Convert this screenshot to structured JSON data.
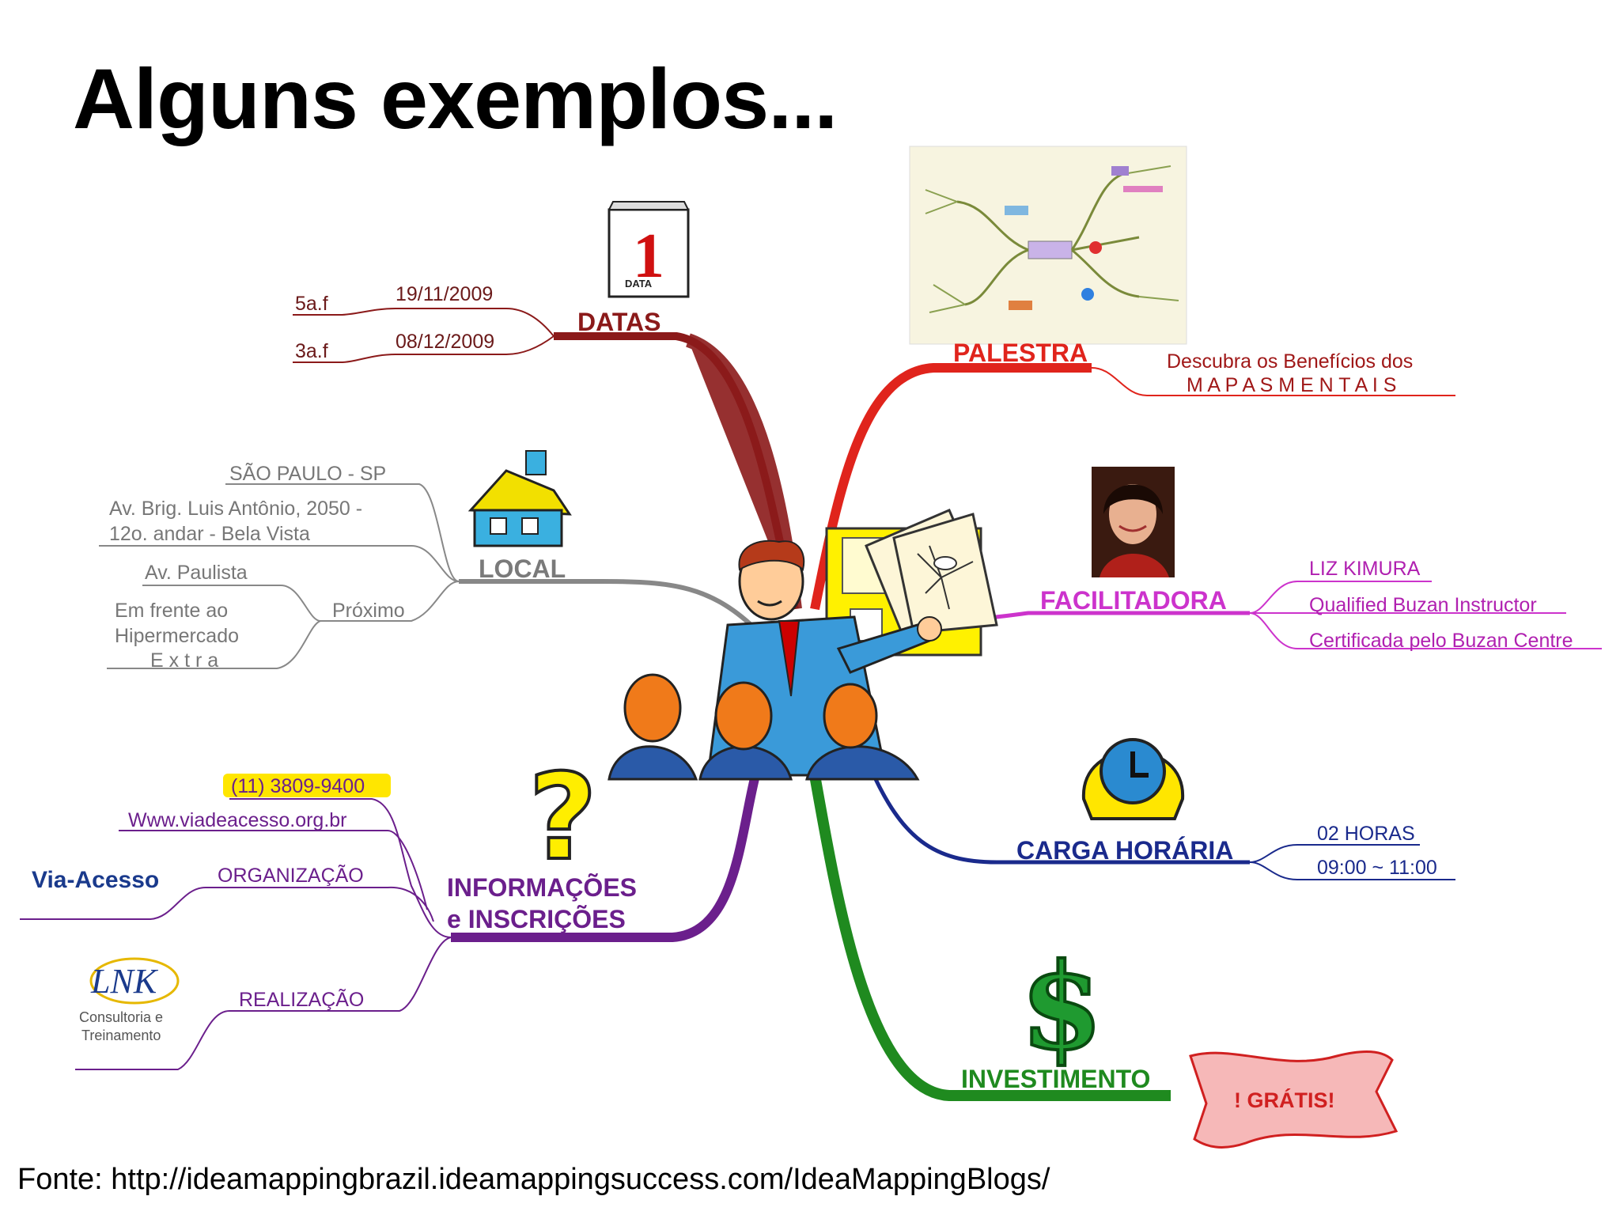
{
  "slide": {
    "title": "Alguns exemplos...",
    "source": "Fonte: http://ideamappingbrazil.ideamappingsuccess.com/IdeaMappingBlogs/"
  },
  "mindmap": {
    "datas": {
      "label": "DATAS",
      "calendar_text": "1",
      "calendar_caption": "DATA",
      "items": [
        {
          "day": "5a.f",
          "date": "19/11/2009"
        },
        {
          "day": "3a.f",
          "date": "08/12/2009"
        }
      ]
    },
    "local": {
      "label": "LOCAL",
      "city": "SÃO PAULO - SP",
      "address_line1": "Av. Brig. Luis Antônio, 2050 -",
      "address_line2": "12o. andar - Bela Vista",
      "nearby_label": "Próximo",
      "nearby_1": "Av. Paulista",
      "nearby_2_line1": "Em frente ao",
      "nearby_2_line2": "Hipermercado",
      "nearby_2_line3": "E x t r a"
    },
    "palestra": {
      "label": "PALESTRA",
      "line1": "Descubra os Benefícios dos",
      "line2": "M A P A S   M E N T A I S"
    },
    "facilitadora": {
      "label": "FACILITADORA",
      "items": [
        "LIZ  KIMURA",
        "Qualified Buzan Instructor",
        "Certificada pelo Buzan Centre"
      ]
    },
    "carga": {
      "label": "CARGA HORÁRIA",
      "items": [
        "02 HORAS",
        "09:00 ~ 11:00"
      ]
    },
    "investimento": {
      "label": "INVESTIMENTO",
      "icon_symbol": "$",
      "badge": "! GRÁTIS!"
    },
    "informacoes": {
      "label_line1": "INFORMAÇÕES",
      "label_line2": "e INSCRIÇÕES",
      "phone": "(11) 3809-9400",
      "website": "Www.viadeacesso.org.br",
      "organizacao": "ORGANIZAÇÃO",
      "realizacao": "REALIZAÇÃO",
      "org_logo": "Via-Acesso",
      "real_logo": "LNK",
      "real_logo_sub1": "Consultoria e",
      "real_logo_sub2": "Treinamento"
    }
  },
  "colors": {
    "datas": "#8b1a1a",
    "palestra": "#e0241c",
    "facilitadora": "#cc33cc",
    "carga": "#1a2a8c",
    "investimento": "#1f8a1f",
    "informacoes": "#6b1f8c",
    "local": "#888888"
  }
}
